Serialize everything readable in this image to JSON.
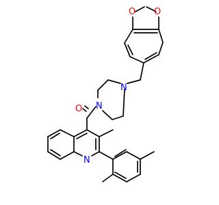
{
  "structure": {
    "atom_labels": {
      "O1": "O",
      "O2": "O",
      "N_pip1": "N",
      "N_pip2": "N",
      "O_carbonyl": "O",
      "N_quin": "N"
    },
    "colors": {
      "bond": "#000000",
      "oxygen": "#ff0000",
      "nitrogen": "#0000ff",
      "background": "#ffffff"
    }
  }
}
